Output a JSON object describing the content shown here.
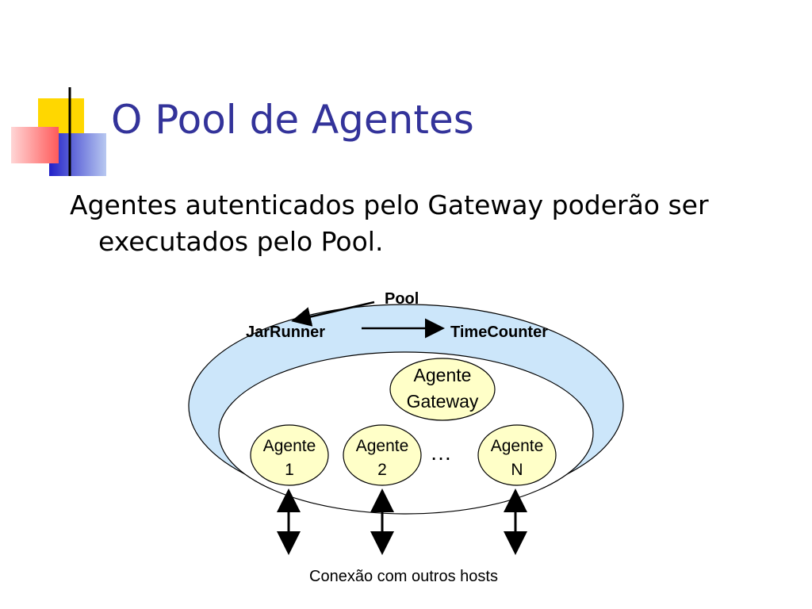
{
  "slide": {
    "title": "O Pool de Agentes",
    "bullet_line1": "Agentes autenticados pelo Gateway poderão ser",
    "bullet_line2": "executados pelo Pool."
  },
  "diagram": {
    "pool_label": "Pool",
    "jarrunner_label": "JarRunner",
    "timecounter_label": "TimeCounter",
    "gateway_agent": [
      "Agente",
      "Gateway"
    ],
    "agents": [
      {
        "line1": "Agente",
        "line2": "1"
      },
      {
        "line1": "Agente",
        "line2": "2"
      },
      {
        "line1": "Agente",
        "line2": "N"
      }
    ],
    "ellipsis": "…",
    "connection_label": "Conexão com outros hosts",
    "colors": {
      "outer_ellipse": "#cce6fa",
      "agent_fill": "#ffffc8",
      "title": "#33339a"
    }
  }
}
